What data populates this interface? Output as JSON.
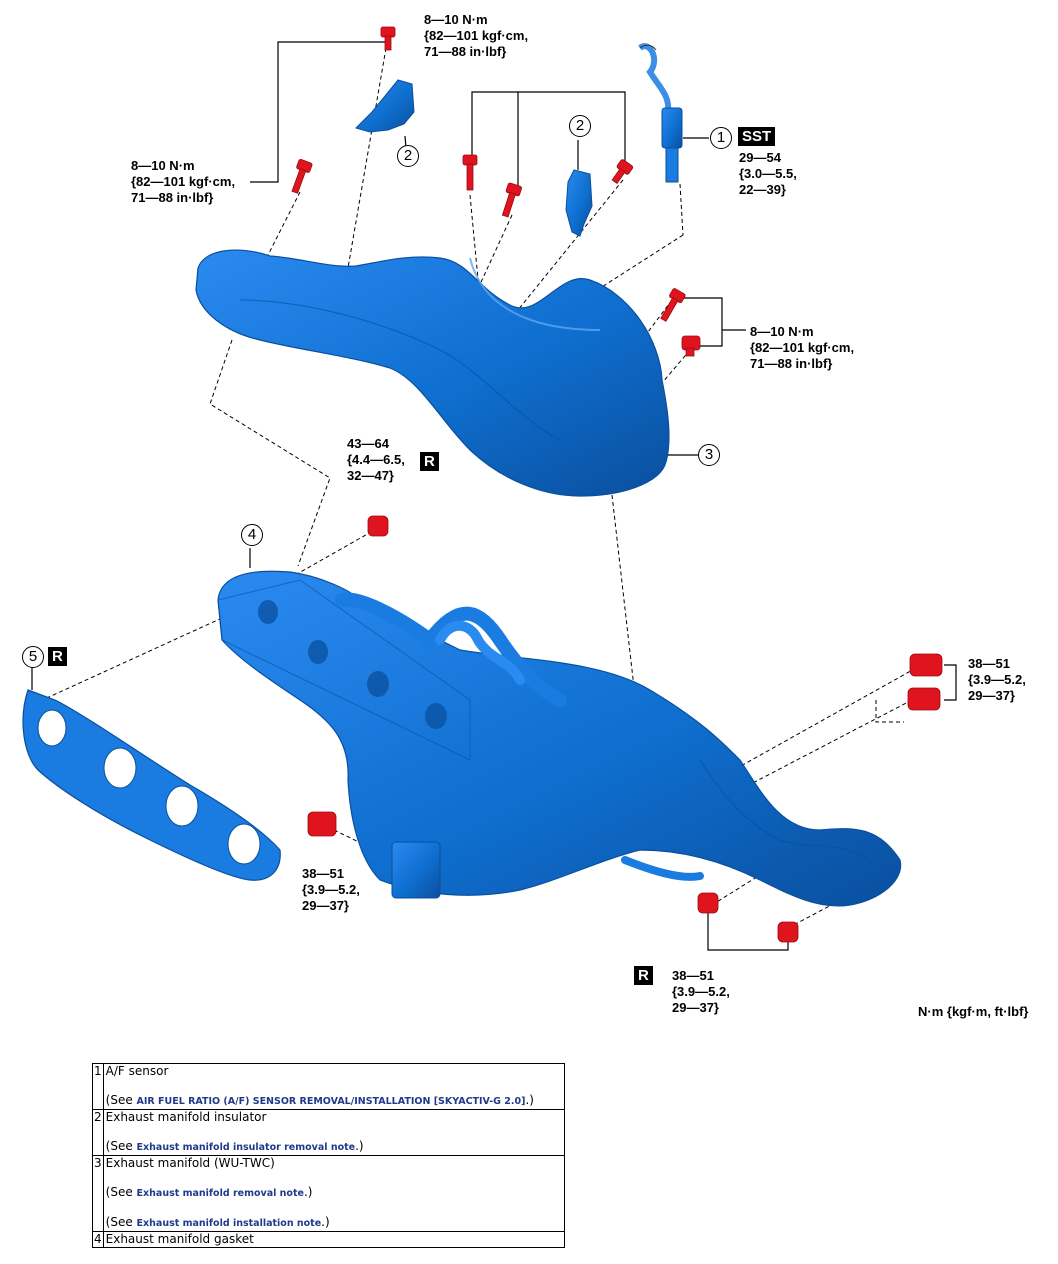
{
  "colors": {
    "part_blue": "#0f6fd0",
    "part_dark": "#0b4f9c",
    "fastener_red": "#e0141e"
  },
  "torques": {
    "t_top": [
      "8—10 N·m",
      "{82—101 kgf·cm,",
      "71—88 in·lbf}"
    ],
    "t_left": [
      "8—10 N·m",
      "{82—101 kgf·cm,",
      "71—88 in·lbf}"
    ],
    "t_right": [
      "8—10 N·m",
      "{82—101 kgf·cm,",
      "71—88 in·lbf}"
    ],
    "t_sensor": [
      "29—54",
      "{3.0—5.5,",
      "22—39}"
    ],
    "t_stud": [
      "43—64",
      "{4.4—6.5,",
      "32—47}"
    ],
    "t_right_nuts": [
      "38—51",
      "{3.9—5.2,",
      "29—37}"
    ],
    "t_bottom_left": [
      "38—51",
      "{3.9—5.2,",
      "29—37}"
    ],
    "t_bottom_right": [
      "38—51",
      "{3.9—5.2,",
      "29—37}"
    ]
  },
  "badges": {
    "sst": "SST",
    "r": "R"
  },
  "callouts": {
    "c1": "1",
    "c2a": "2",
    "c2b": "2",
    "c3": "3",
    "c4": "4",
    "c5": "5"
  },
  "units_note": "N·m {kgf·m, ft·lbf}",
  "parts": [
    {
      "num": "1",
      "name": "A/F sensor",
      "links": [
        "AIR FUEL RATIO (A/F) SENSOR REMOVAL/INSTALLATION [SKYACTIV-G 2.0]"
      ]
    },
    {
      "num": "2",
      "name": "Exhaust manifold insulator",
      "links": [
        "Exhaust manifold insulator removal note"
      ]
    },
    {
      "num": "3",
      "name": "Exhaust manifold (WU-TWC)",
      "links": [
        "Exhaust manifold removal note",
        "Exhaust manifold installation note"
      ]
    },
    {
      "num": "4",
      "name": "Exhaust manifold gasket",
      "links": []
    }
  ],
  "see_prefix": "(See ",
  "see_suffix": ".)"
}
